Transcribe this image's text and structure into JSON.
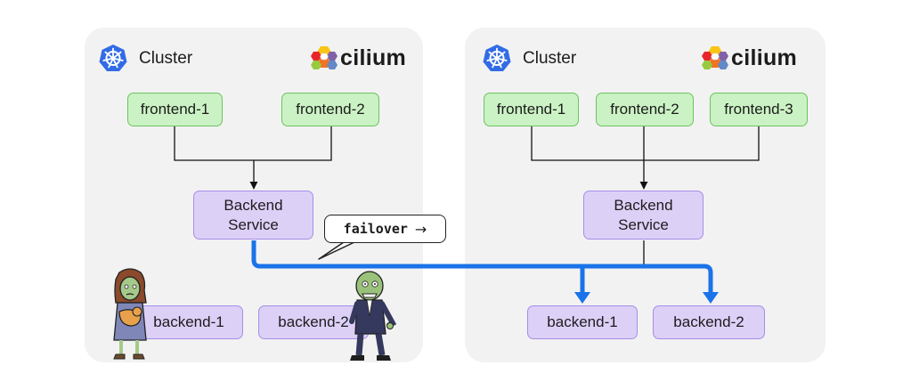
{
  "clusters": [
    {
      "label": "Cluster",
      "brand": "cilium",
      "frontends": [
        "frontend-1",
        "frontend-2"
      ],
      "service": "Backend\nService",
      "backends": [
        "backend-1",
        "backend-2"
      ]
    },
    {
      "label": "Cluster",
      "brand": "cilium",
      "frontends": [
        "frontend-1",
        "frontend-2",
        "frontend-3"
      ],
      "service": "Backend\nService",
      "backends": [
        "backend-1",
        "backend-2"
      ]
    }
  ],
  "callout": {
    "label": "failover",
    "arrow": "→"
  },
  "colors": {
    "panel": "#f2f2f2",
    "frontend_fill": "#cbf2c4",
    "frontend_border": "#6bc45f",
    "service_fill": "#ddd0f7",
    "service_border": "#a58ee8",
    "failover_path": "#1a73e8",
    "kubernetes_blue": "#326ce5"
  },
  "icons": [
    "kubernetes-icon",
    "cilium-hexagon-icon",
    "zombie-woman-icon",
    "zombie-man-icon"
  ]
}
